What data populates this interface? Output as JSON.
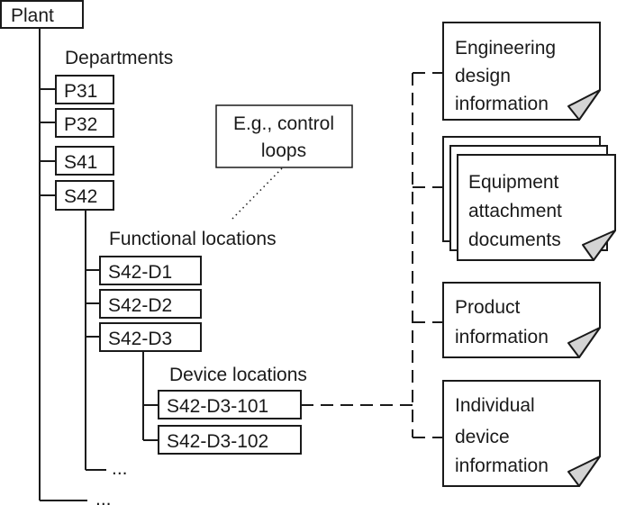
{
  "root": {
    "label": "Plant"
  },
  "departments": {
    "heading": "Departments",
    "items": [
      "P31",
      "P32",
      "S41",
      "S42"
    ]
  },
  "functional_locations": {
    "heading": "Functional locations",
    "items": [
      "S42-D1",
      "S42-D2",
      "S42-D3"
    ],
    "more": "..."
  },
  "device_locations": {
    "heading": "Device locations",
    "items": [
      "S42-D3-101",
      "S42-D3-102"
    ]
  },
  "root_more": "...",
  "callout": {
    "lines": [
      "E.g., control",
      "loops"
    ]
  },
  "documents": [
    {
      "lines": [
        "Engineering",
        "design",
        "information"
      ],
      "stacked": false
    },
    {
      "lines": [
        "Equipment",
        "attachment",
        "documents"
      ],
      "stacked": true
    },
    {
      "lines": [
        "Product",
        "information"
      ],
      "stacked": false
    },
    {
      "lines": [
        "Individual",
        "device",
        "information"
      ],
      "stacked": false
    }
  ]
}
